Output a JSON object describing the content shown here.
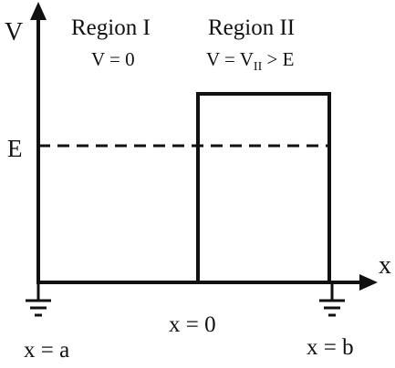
{
  "axes": {
    "y_label": "V",
    "x_label": "x"
  },
  "regions": [
    {
      "title": "Region I",
      "potential": "V = 0"
    },
    {
      "title": "Region II",
      "potential_prefix": "V = V",
      "potential_subscript": "II",
      "potential_suffix": " > E"
    }
  ],
  "energy": {
    "label": "E"
  },
  "positions": {
    "left_boundary": "x = a",
    "origin": "x = 0",
    "right_boundary": "x = b"
  },
  "colors": {
    "ink": "#111111",
    "background": "#ffffff"
  }
}
